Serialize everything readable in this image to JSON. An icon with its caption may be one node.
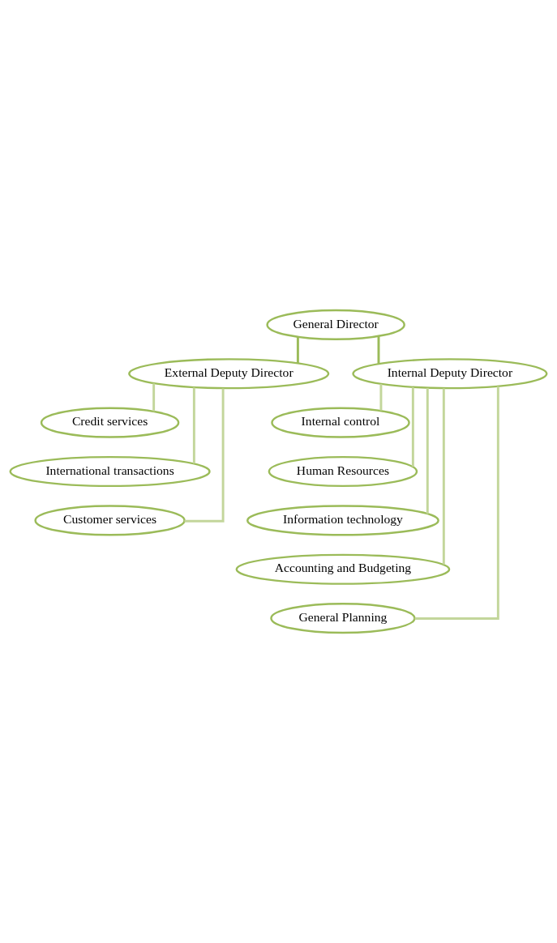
{
  "diagram": {
    "nodes": [
      {
        "text": [
          "General Director"
        ]
      },
      {
        "text": [
          "External Deputy Director"
        ]
      },
      {
        "text": [
          "Internal Deputy Director"
        ]
      },
      {
        "text": [
          "Credit services"
        ]
      },
      {
        "text": [
          "International transactions"
        ]
      },
      {
        "text": [
          "Customer services"
        ]
      },
      {
        "text": [
          "Internal control"
        ]
      },
      {
        "text": [
          "Human Resources"
        ]
      },
      {
        "text": [
          "Information technology"
        ]
      },
      {
        "text": [
          "Accounting and Budgeting"
        ]
      },
      {
        "text": [
          "General Planning"
        ]
      }
    ],
    "edges": [
      {
        "from": 0,
        "to": 1,
        "arrow": "none",
        "color": "#9bbb59"
      },
      {
        "from": 0,
        "to": 2,
        "arrow": "none",
        "color": "#9bbb59"
      },
      {
        "from": 1,
        "to": 3,
        "arrow": "none"
      },
      {
        "from": 1,
        "to": 4,
        "arrow": "none"
      },
      {
        "from": 1,
        "to": 5,
        "arrow": "none"
      },
      {
        "from": 2,
        "to": 6,
        "arrow": "none"
      },
      {
        "from": 2,
        "to": 7,
        "arrow": "none"
      },
      {
        "from": 2,
        "to": 8,
        "arrow": "none"
      },
      {
        "from": 2,
        "to": 9,
        "arrow": "none"
      },
      {
        "from": 2,
        "to": 10,
        "arrow": "none"
      }
    ]
  }
}
